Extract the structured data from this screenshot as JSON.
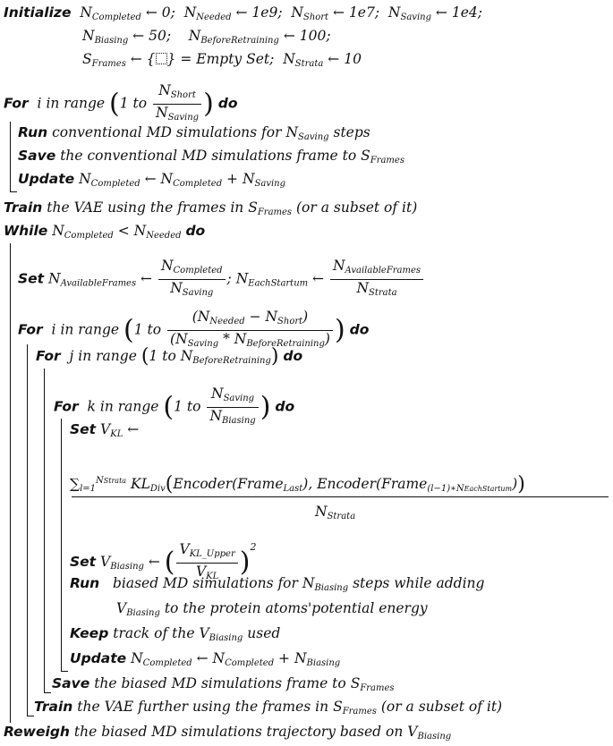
{
  "kw": {
    "initialize": "Initialize",
    "for": "For",
    "do": "do",
    "run": "Run",
    "save": "Save",
    "update": "Update",
    "train": "Train",
    "while": "While",
    "set": "Set",
    "keep": "Keep",
    "reweigh": "Reweigh"
  },
  "text": {
    "empty_set": "= Empty Set;",
    "in_range": "in range",
    "one_to": "1 to",
    "run1": "conventional MD simulations for",
    "steps": "steps",
    "save1": "the conventional MD simulations frame to",
    "train1": "the VAE using the frames in",
    "or_subset": "(or a subset of it)",
    "run2": "biased MD simulations for",
    "steps_while_adding": "steps while adding",
    "to_protein": "to the protein atoms'potential energy",
    "keep1": "track of the",
    "used": "used",
    "save2": "the biased MD simulations frame to",
    "train2": "the VAE further using the frames in",
    "reweigh1": "the biased MD simulations trajectory based on",
    "kl_div": "KL",
    "div_sub": "Div",
    "encoder": "Encoder",
    "frame": "Frame",
    "last": "Last"
  },
  "vars": {
    "N": "N",
    "completed": "Completed",
    "needed": "Needed",
    "short": "Short",
    "saving": "Saving",
    "biasing": "Biasing",
    "before_retraining": "BeforeRetraining",
    "S": "S",
    "frames": "Frames",
    "strata": "Strata",
    "available_frames": "AvailableFrames",
    "each_startum": "EachStartum",
    "V": "V",
    "kl": "KL",
    "kl_upper": "KL_Upper"
  },
  "values": {
    "completed_init": "0;",
    "needed_init": "1e9;",
    "short_init": "1e7;",
    "saving_init": "1e4;",
    "biasing_init": "50;",
    "before_retraining_init": "100;",
    "strata_init": "10"
  }
}
